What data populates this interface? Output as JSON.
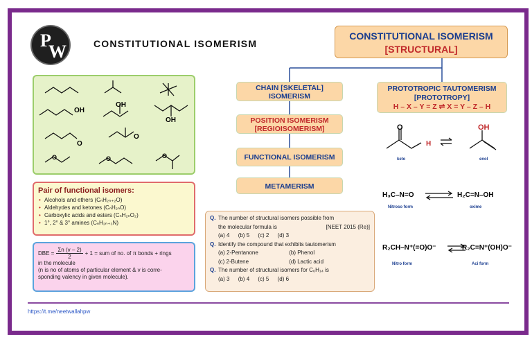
{
  "header": {
    "logo_text": "PW",
    "title": "CONSTITUTIONAL ISOMERISM"
  },
  "main_box": {
    "line1": "CONSTITUTIONAL ISOMERISM",
    "line2": "[STRUCTURAL]"
  },
  "types": [
    {
      "line1": "CHAIN [SKELETAL]",
      "line2": "ISOMERISM"
    },
    {
      "line1": "POSITION ISOMERISM",
      "line2": "[REGIOISOMERISM]"
    },
    {
      "line1": "FUNCTIONAL ISOMERISM",
      "line2": ""
    },
    {
      "line1": "METAMERISM",
      "line2": ""
    }
  ],
  "tautomerism": {
    "line1": "PROTOTROPIC TAUTOMERISM",
    "line2": "[PROTOTROPY]",
    "line3": "H – X – Y = Z ⇌ X = Y – Z – H"
  },
  "structures": {
    "oh": "OH",
    "o": "O"
  },
  "functional_isomers": {
    "heading": "Pair of functional isomers:",
    "items": [
      "Alcohols and ethers (CₙH₂ₙ₊₂O)",
      "Aldehydes and ketones (CₙH₂ₙO)",
      "Carboxylic acids and esters (CₙH₂ₙO₂)",
      "1°, 2° & 3° amines (CₙH₂ₙ₊₃N)"
    ]
  },
  "dbe": {
    "lhs": "DBE =",
    "numerator": "Σn (v – 2)",
    "denominator": "2",
    "rhs": "+ 1 = sum of no. of π bonds + rings",
    "line2": "in the molecule",
    "line3": "(n is no of atoms of particular element & v is corre-",
    "line4": "sponding valency in given molecule)."
  },
  "questions": [
    {
      "q": "Q.",
      "text": "The number of structural isomers possible from",
      "text2": "the molecular formula is",
      "source": "[NEET 2015 (Re)]",
      "options": [
        "(a) 4",
        "(b) 5",
        "(c) 2",
        "(d) 3"
      ]
    },
    {
      "q": "Q.",
      "text": "Identify the compound that exhibits tautomerism",
      "options": [
        "(a) 2-Pentanone",
        "(b) Phenol",
        "(c) 2-Butene",
        "(d) Lactic acid"
      ]
    },
    {
      "q": "Q.",
      "text": "The number of structural isomers for C₆H₁₄ is",
      "options": [
        "(a) 3",
        "(b) 4",
        "(c) 5",
        "(d) 6"
      ]
    }
  ],
  "tautomer_examples": {
    "keto_label": "keto",
    "enol_label": "enol",
    "o": "O",
    "oh": "OH",
    "h": "H",
    "nitroso_formula": "H₃C–N=O",
    "oxime_formula": "H₂C=N–OH",
    "nitroso_label": "Nitroso form",
    "oxime_label": "oxime",
    "nitro_formula": "R₂CH–N⁺(=O)O⁻",
    "aci_formula": "R₂C=N⁺(OH)O⁻",
    "nitro_label": "Nitro form",
    "aci_label": "Aci form"
  },
  "footer": {
    "link": "https://t.me/neetwallahpw"
  },
  "colors": {
    "frame": "#7a2a8c",
    "box_fill": "#fcd7a7",
    "title_blue": "#1a3d8f",
    "accent_red": "#c0282a"
  }
}
